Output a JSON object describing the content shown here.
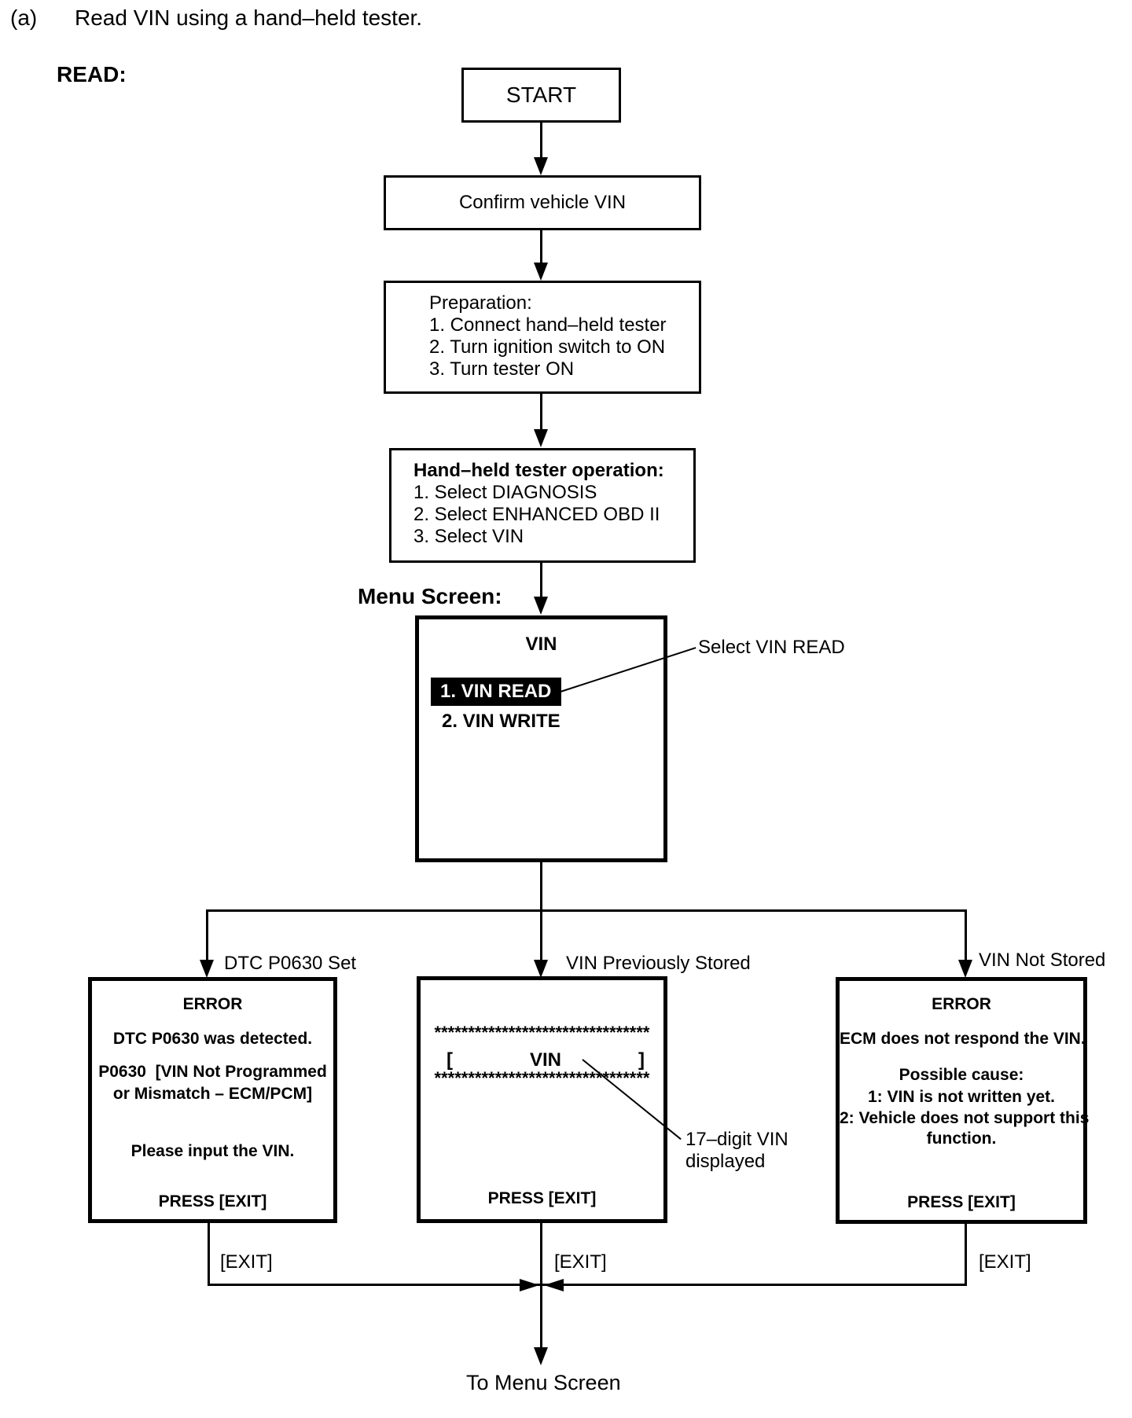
{
  "header": {
    "index": "(a)",
    "title": "Read VIN using a hand–held tester.",
    "read_label": "READ:"
  },
  "flow": {
    "start": "START",
    "confirm_vin": "Confirm vehicle VIN",
    "preparation": {
      "title": "Preparation:",
      "step1": "1. Connect hand–held tester",
      "step2": "2. Turn ignition switch to ON",
      "step3": "3. Turn tester ON"
    },
    "tester_operation": {
      "title": "Hand–held tester operation:",
      "step1": "1. Select DIAGNOSIS",
      "step2": "2. Select ENHANCED OBD II",
      "step3": "3. Select VIN"
    },
    "menu_screen_label": "Menu Screen:",
    "menu": {
      "title": "VIN",
      "item_read": "1. VIN READ",
      "item_write": "2. VIN WRITE",
      "callout": "Select VIN READ"
    }
  },
  "branches": {
    "dtc_set": {
      "label": "DTC P0630 Set",
      "line1": "ERROR",
      "line2": "DTC P0630 was detected.",
      "line3": "P0630  [VIN Not Programmed",
      "line4": "or Mismatch – ECM/PCM]",
      "line5": "Please input the VIN.",
      "press": "PRESS [EXIT]",
      "exit": "[EXIT]"
    },
    "vin_stored": {
      "label": "VIN Previously Stored",
      "stars_top": "********************************",
      "bracket_open": "[",
      "vin": "VIN",
      "bracket_close": "]",
      "stars_bottom": "********************************",
      "press": "PRESS [EXIT]",
      "callout_line1": "17–digit VIN",
      "callout_line2": "displayed",
      "exit": "[EXIT]"
    },
    "vin_not_stored": {
      "label": "VIN Not Stored",
      "line1": "ERROR",
      "line2": "ECM does not respond the VIN.",
      "line3": "Possible cause:",
      "line4": "1: VIN is not written yet.",
      "line5": "2: Vehicle does not support this",
      "line6": "function.",
      "press": "PRESS [EXIT]",
      "exit": "[EXIT]"
    }
  },
  "footer": {
    "to_menu_screen": "To Menu Screen"
  },
  "colors": {
    "ink": "#000000",
    "paper": "#ffffff",
    "highlight_bg": "#000000",
    "highlight_text": "#ffffff"
  }
}
